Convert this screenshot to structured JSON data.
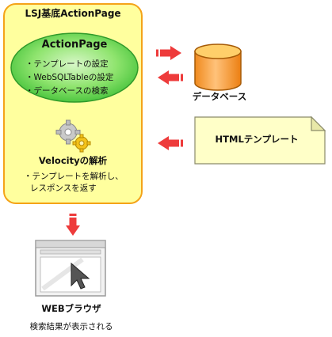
{
  "main_box": {
    "title": "LSJ基底ActionPage"
  },
  "action_page": {
    "title": "ActionPage",
    "items": [
      "・テンプレートの設定",
      "・WebSQLTableの設定",
      "・データベースの検索"
    ]
  },
  "velocity": {
    "title": "Velocityの解析",
    "line1": "・テンプレートを解析し、",
    "line2": "レスポンスを返す"
  },
  "database": {
    "label": "データベース"
  },
  "template": {
    "label": "HTMLテンプレート"
  },
  "browser": {
    "label": "WEBブラウザ",
    "caption": "検索結果が表示される"
  },
  "colors": {
    "box_border": "#f4a318",
    "box_fill": "#ffff9e",
    "ellipse_fill": "#6edc5a",
    "arrow": "#ee3b3b",
    "db_fill": "#f6a84a",
    "doc_fill": "#ffffc8"
  },
  "icons": {
    "gears": "gears-icon",
    "database": "database-cylinder-icon",
    "document": "document-icon",
    "browser": "browser-cursor-icon"
  }
}
